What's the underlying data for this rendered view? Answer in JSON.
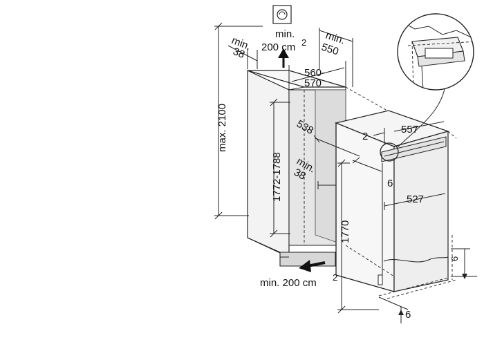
{
  "labels": {
    "vent_top_min": "min.",
    "vent_top_area": "200 cm",
    "vent_top_sup": "2",
    "depth_min": "min.",
    "depth_min_val": "550",
    "side_min_a": "min.",
    "side_min_a_val": "38",
    "width_a": "560-",
    "width_b": "570",
    "height_max": "max. 2100",
    "niche_height": "1772-1788",
    "niche_depth": "538",
    "side_min_b": "min.",
    "side_min_b_val": "38",
    "appliance_height": "1770",
    "gap_top": "2",
    "appliance_width": "557",
    "door_gap": "6",
    "appliance_depth": "527",
    "foot_right": "6",
    "foot_bottom": "6",
    "vent_bottom": "min. 200 cm",
    "vent_bottom_sup": "2"
  },
  "colors": {
    "line": "#222222",
    "niche_fill": "#e6e6e6",
    "cabinet_fill": "#f7f7f7",
    "dash_fill": "#c9c9c9"
  }
}
